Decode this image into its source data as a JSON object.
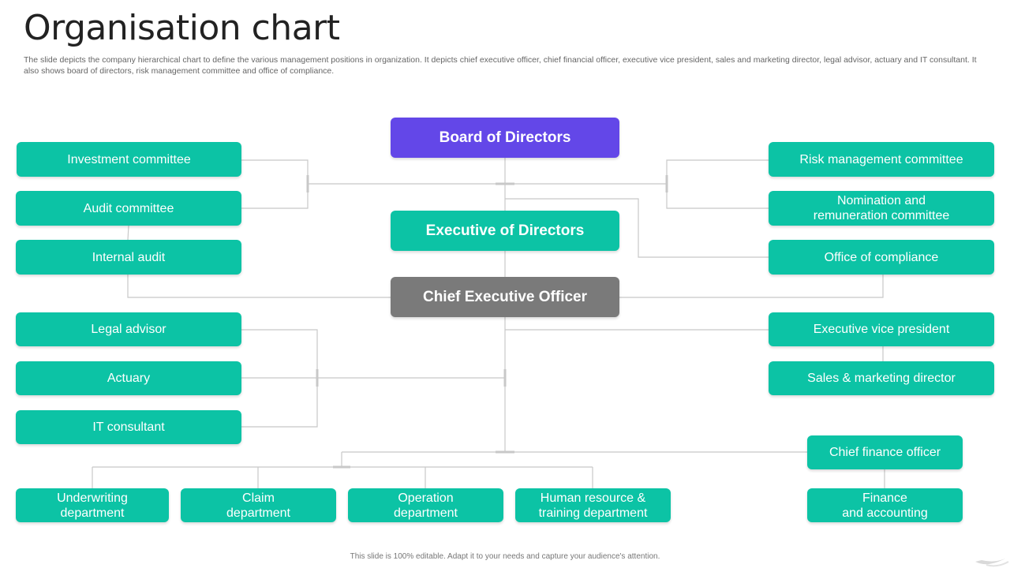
{
  "header": {
    "title": "Organisation chart",
    "description": "The slide depicts the company hierarchical chart to define the various management positions in organization. It depicts chief executive officer, chief financial officer, executive vice president, sales and marketing director, legal advisor, actuary and IT consultant. It also shows board of directors, risk management committee and office of compliance."
  },
  "center": {
    "board": "Board of Directors",
    "executive": "Executive of Directors",
    "ceo": "Chief Executive Officer"
  },
  "left": {
    "investment": "Investment  committee",
    "audit": "Audit committee",
    "internal_audit": "Internal  audit",
    "legal": "Legal advisor",
    "actuary": "Actuary",
    "it": "IT  consultant"
  },
  "right": {
    "risk": "Risk management committee",
    "nomination": "Nomination and\nremuneration committee",
    "compliance": "Office of compliance",
    "evp": "Executive  vice president",
    "sales": "Sales & marketing director",
    "cfo": "Chief finance officer",
    "finance": "Finance\nand accounting"
  },
  "departments": {
    "underwriting": "Underwriting\ndepartment",
    "claim": "Claim\ndepartment",
    "operation": "Operation\ndepartment",
    "hr": "Human resource &\ntraining department"
  },
  "footer": "This slide is 100% editable.  Adapt it to your needs and capture your audience's attention.",
  "colors": {
    "teal": "#0cc3a5",
    "purple": "#6347e8",
    "gray": "#7a7a7a",
    "connector": "#c8c8c8"
  }
}
